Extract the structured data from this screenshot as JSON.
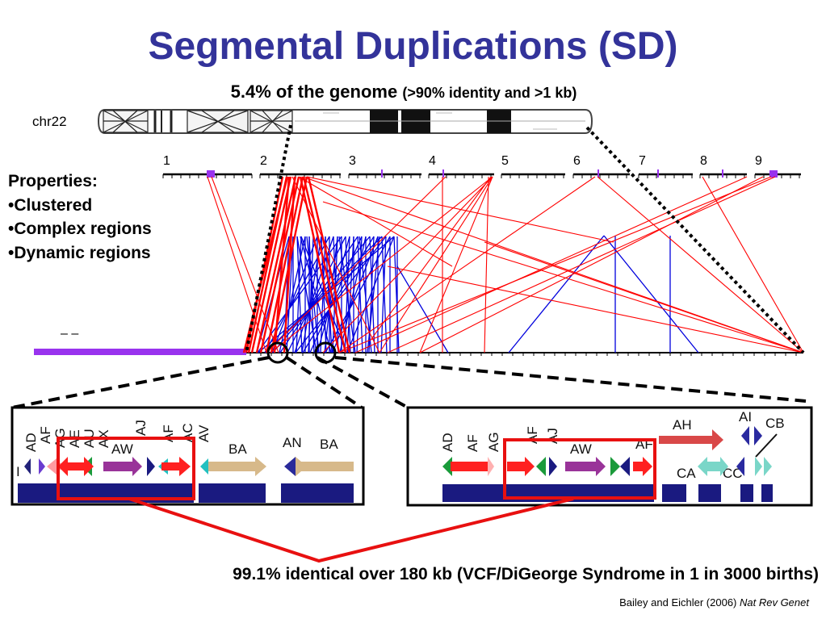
{
  "title": "Segmental Duplications (SD)",
  "subtitle_main": "5.4% of the genome",
  "subtitle_detail": "(>90% identity and >1 kb)",
  "chromosome_label": "chr22",
  "properties_heading": "Properties:",
  "properties": [
    "•Clustered",
    "•Complex regions",
    "•Dynamic regions"
  ],
  "ruler_numbers": [
    "1",
    "2",
    "3",
    "4",
    "5",
    "6",
    "7",
    "8",
    "9"
  ],
  "dash_mark": "– –",
  "left_box_labels": [
    "I",
    "AD",
    "AF",
    "AG",
    "AE",
    "AU",
    "AX",
    "AW",
    "AJ",
    "AF",
    "AC",
    "AV",
    "BA",
    "AN",
    "BA"
  ],
  "right_box_labels": [
    "AD",
    "AF",
    "AG",
    "AF",
    "AJ",
    "AW",
    "AF",
    "AH",
    "CA",
    "CC",
    "AI",
    "CB"
  ],
  "bottom_caption": "99.1% identical over 180 kb  (VCF/DiGeorge Syndrome in 1 in 3000 births)",
  "citation_authors": "Bailey and Eichler (2006)",
  "citation_journal": "Nat Rev Genet",
  "colors": {
    "title": "#33339a",
    "intra_links": "#ff0000",
    "inter_links": "#0000dd",
    "highlight": "#e81010",
    "baseline": "#9933ee"
  }
}
